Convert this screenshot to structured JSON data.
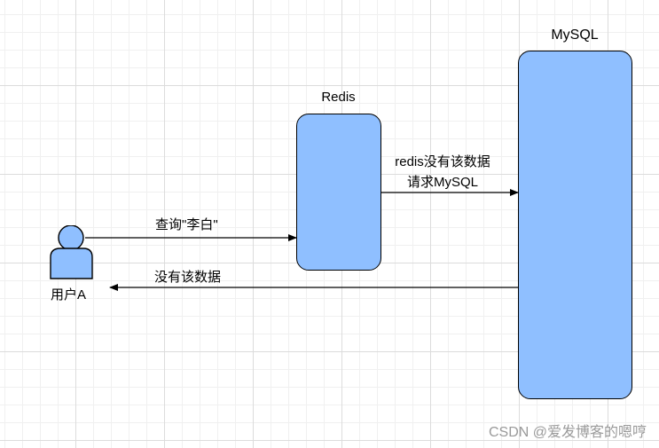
{
  "nodes": {
    "user": {
      "label": "用户A"
    },
    "redis": {
      "label": "Redis"
    },
    "mysql": {
      "label": "MySQL"
    }
  },
  "edges": {
    "query": {
      "label": "查询\"李白\""
    },
    "redis_to_mysql": {
      "label_line1": "redis没有该数据",
      "label_line2": "请求MySQL"
    },
    "mysql_to_user": {
      "label": "没有该数据"
    }
  },
  "watermark": "CSDN @爱发博客的嗯哼",
  "colors": {
    "node_fill": "#8fbfff",
    "stroke": "#000000",
    "grid": "#dcdcdc"
  }
}
